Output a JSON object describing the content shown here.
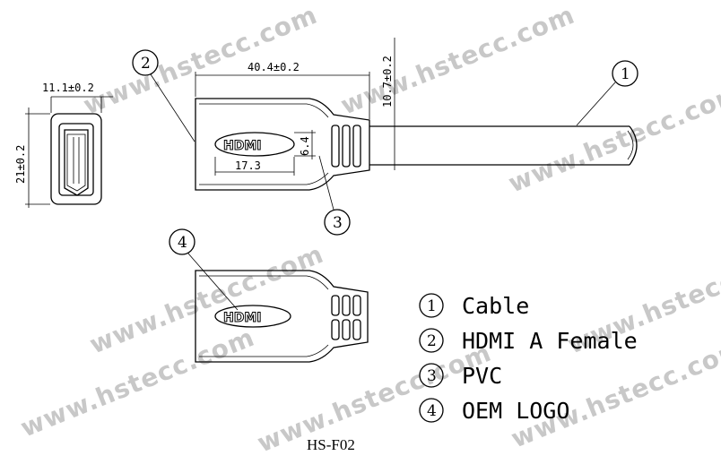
{
  "watermark": "www.hstecc.com",
  "dimensions": {
    "overall_length": "40.4±0.2",
    "body_height": "10.7±0.2",
    "front_width": "11.1±0.2",
    "front_height": "21±0.2",
    "logo_height": "6.4",
    "logo_length": "17.3"
  },
  "callouts": {
    "c1": "1",
    "c2": "2",
    "c3": "3",
    "c4": "4"
  },
  "logo_text": "HDMI",
  "legend": [
    {
      "num": "1",
      "label": "Cable"
    },
    {
      "num": "2",
      "label": "HDMI A Female"
    },
    {
      "num": "3",
      "label": "PVC"
    },
    {
      "num": "4",
      "label": "OEM LOGO"
    }
  ],
  "model": "HS-F02"
}
